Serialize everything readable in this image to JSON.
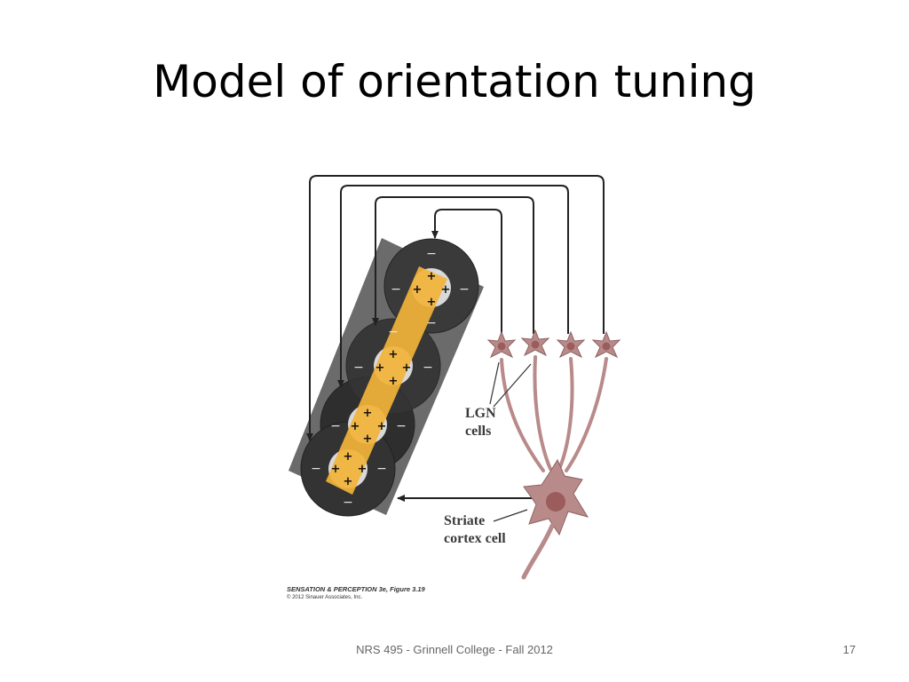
{
  "slide": {
    "title": "Model of orientation tuning"
  },
  "diagram": {
    "lgn_label": [
      "LGN",
      "cells"
    ],
    "striate_label": [
      "Striate",
      "cortex cell"
    ],
    "plus_sign": "+",
    "minus_sign": "−"
  },
  "credit": {
    "line1": "SENSATION & PERCEPTION 3e, Figure 3.19",
    "line2": "© 2012 Sinauer Associates, Inc."
  },
  "footer": {
    "text": "NRS 495 - Grinnell College - Fall 2012",
    "page_number": "17"
  },
  "colors": {
    "receptive_field_gray": "#3b3b3b",
    "bar_orange": "#f2b339",
    "cell_pink": "#b98a8a",
    "cell_nucleus": "#9b5c5c",
    "arrow": "#222222"
  }
}
